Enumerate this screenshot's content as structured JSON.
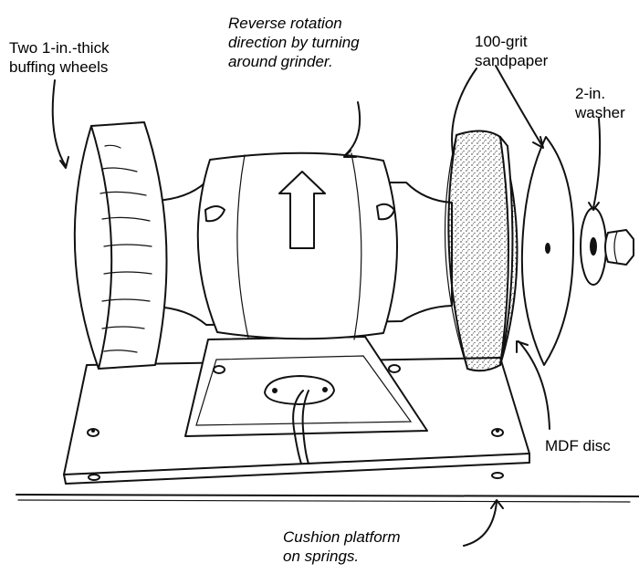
{
  "labels": {
    "buffing_line1": "Two 1-in.-thick",
    "buffing_line2": "buffing wheels",
    "reverse_line1": "Reverse rotation",
    "reverse_line2": "direction by turning",
    "reverse_line3": "around grinder.",
    "sandpaper_line1": "100-grit",
    "sandpaper_line2": "sandpaper",
    "washer_line1": "2-in.",
    "washer_line2": "washer",
    "mdf": "MDF disc",
    "cushion_line1": "Cushion platform",
    "cushion_line2": "on springs."
  }
}
